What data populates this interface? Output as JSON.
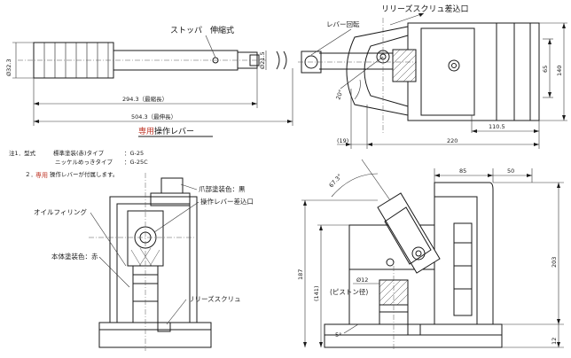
{
  "callouts": {
    "release_screw_port": "リリーズスクリュ差込口",
    "lever_rotation": "レバー回転",
    "stopper_extension": "ストッパ　伸縮式",
    "claw_paint": "爪部塗装色：黒",
    "lever_port": "操作レバー差込口",
    "oil_filling": "オイルフィリング",
    "body_paint": "本体塗装色：赤",
    "release_screw": "リリーズスクリュ",
    "piston_diameter": "(ピストン径)"
  },
  "lever_title": "操作レバー",
  "lever_title_mark": "専用",
  "notes": {
    "n1_prefix": "注1．型式",
    "n1_std_label": "標準塗装(赤)タイプ",
    "n1_std_value": "：G-25",
    "n1_nickel_label": "ニッケルめっきタイプ",
    "n1_nickel_value": "：G-25C",
    "n2_prefix": "２．",
    "n2_mark": "専用",
    "n2_text": "操作レバーが付属します。"
  },
  "dimensions": {
    "lever_grip_dia": "Ø32.3",
    "lever_shaft_dia": "Ø21.5",
    "lever_len_min": "294.3（最縮長）",
    "lever_len_max": "504.3（最伸長）",
    "d65": "65",
    "d140": "140",
    "d20deg": "20°",
    "d19": "(19)",
    "d220": "220",
    "d1105": "110.5",
    "d85": "85",
    "d50": "50",
    "d673deg": "67.3°",
    "d187": "187",
    "d141": "(141)",
    "d203": "203",
    "d12phi": "Ø12",
    "d5deg": "5°",
    "d12": "12"
  }
}
